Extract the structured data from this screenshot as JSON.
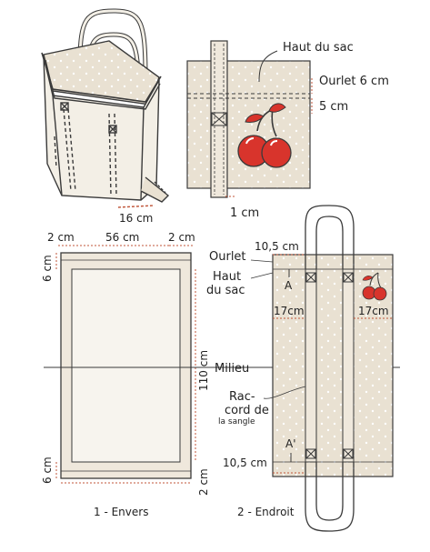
{
  "labels": {
    "haut_du_sac_top": "Haut du sac",
    "ourlet_6cm": "Ourlet 6 cm",
    "five_cm": "5 cm",
    "sixteen_cm": "16 cm",
    "one_cm": "1 cm",
    "two_cm_left": "2 cm",
    "fifty_six_cm": "56 cm",
    "two_cm_right": "2 cm",
    "six_cm_top": "6 cm",
    "six_cm_bottom": "6 cm",
    "hundred_ten_cm": "110 cm",
    "two_cm_vertical": "2 cm",
    "ourlet": "Ourlet",
    "haut": "Haut",
    "du_sac": "du sac",
    "milieu": "Milieu",
    "rac": "Rac-",
    "cord_de": "cord de",
    "la_sangle": "la sangle",
    "ten_five_top": "10,5 cm",
    "ten_five_bottom": "10,5 cm",
    "seventeen_left": "17cm",
    "seventeen_right": "17cm",
    "letter_a": "A",
    "letter_a_prime": "A'",
    "caption_envers": "1 - Envers",
    "caption_endroit": "2 - Endroit"
  },
  "colors": {
    "fabric": "#e9e1d2",
    "fabric_light": "#f3efe6",
    "dot": "#ffffff",
    "line": "#3a3a3a",
    "dim_line": "#c0563a",
    "cherry": "#d8342c",
    "leaf": "#ffffff"
  }
}
